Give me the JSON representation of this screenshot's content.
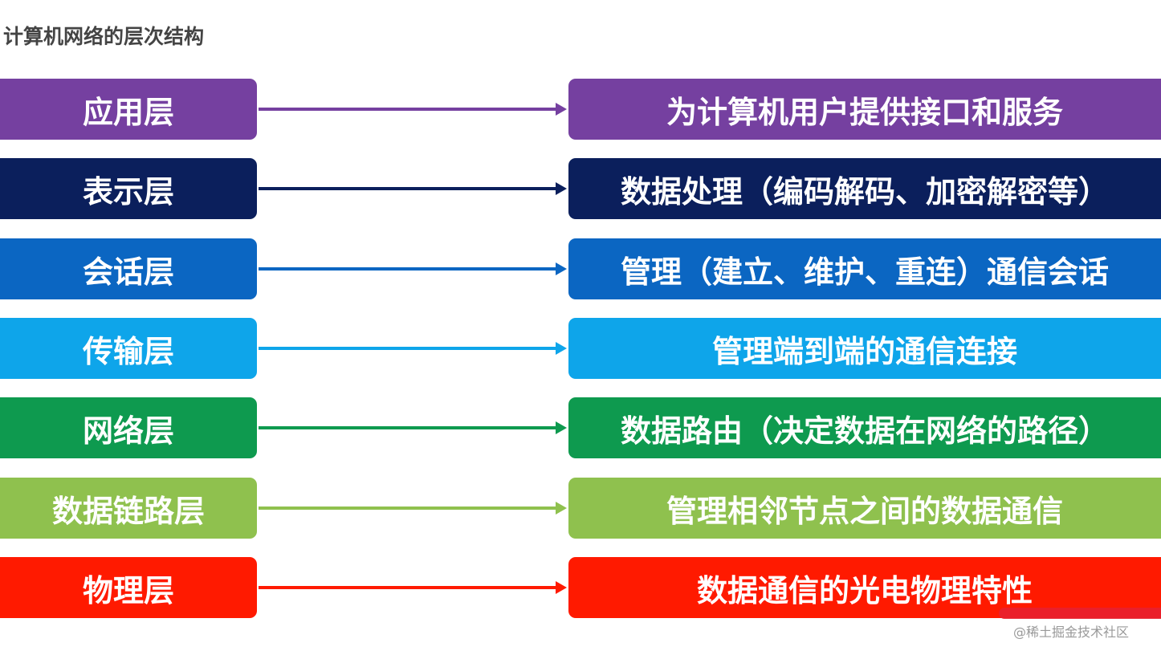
{
  "title": "计算机网络的层次结构",
  "layers": [
    {
      "name": "应用层",
      "desc": "为计算机用户提供接口和服务",
      "color": "#7540a0"
    },
    {
      "name": "表示层",
      "desc": "数据处理（编码解码、加密解密等）",
      "color": "#0b1f5c"
    },
    {
      "name": "会话层",
      "desc": "管理（建立、维护、重连）通信会话",
      "color": "#0b66c2"
    },
    {
      "name": "传输层",
      "desc": "管理端到端的通信连接",
      "color": "#0ea5ea"
    },
    {
      "name": "网络层",
      "desc": "数据路由（决定数据在网络的路径）",
      "color": "#0e9a4f"
    },
    {
      "name": "数据链路层",
      "desc": "管理相邻节点之间的数据通信",
      "color": "#8fc14e"
    },
    {
      "name": "物理层",
      "desc": "数据通信的光电物理特性",
      "color": "#ff1a00"
    }
  ],
  "watermark": "@稀土掘金技术社区"
}
